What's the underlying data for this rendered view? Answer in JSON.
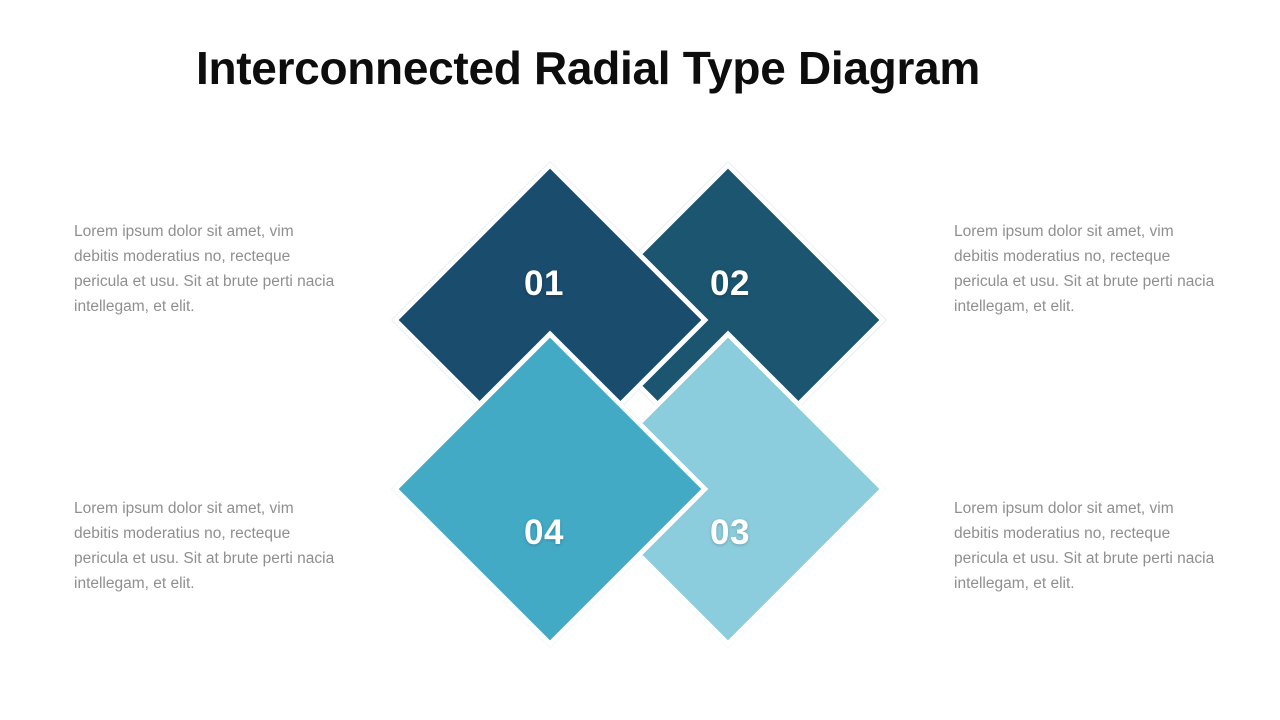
{
  "slide": {
    "title": "Interconnected Radial Type Diagram",
    "background_color": "#ffffff"
  },
  "palette": {
    "step_01": "#1a4c6e",
    "step_02": "#1b5570",
    "step_03": "#8ccddd",
    "step_04": "#43aac6",
    "title_color": "#0d0d0d",
    "body_text_color": "#8f8f8f",
    "diamond_border_color": "#ffffff"
  },
  "diagram": {
    "shape": "diamond",
    "count": 4,
    "nodes": [
      {
        "id": "01",
        "number": "01",
        "color": "#1a4c6e",
        "position": "top-left"
      },
      {
        "id": "02",
        "number": "02",
        "color": "#1b5570",
        "position": "top-right"
      },
      {
        "id": "03",
        "number": "03",
        "color": "#8ccddd",
        "position": "bottom-right"
      },
      {
        "id": "04",
        "number": "04",
        "color": "#43aac6",
        "position": "bottom-left"
      }
    ]
  },
  "descriptions": {
    "top_left": "Lorem ipsum dolor sit amet, vim debitis moderatius no, recteque pericula et usu. Sit at brute perti nacia intellegam, et elit.",
    "top_right": "Lorem ipsum dolor sit amet, vim debitis moderatius no, recteque pericula et usu. Sit at brute perti nacia intellegam, et elit.",
    "bottom_left": "Lorem ipsum dolor sit amet, vim debitis moderatius no, recteque pericula et usu. Sit at brute perti nacia intellegam, et elit.",
    "bottom_right": "Lorem ipsum dolor sit amet, vim debitis moderatius no, recteque pericula et usu. Sit at brute perti nacia intellegam, et elit."
  }
}
